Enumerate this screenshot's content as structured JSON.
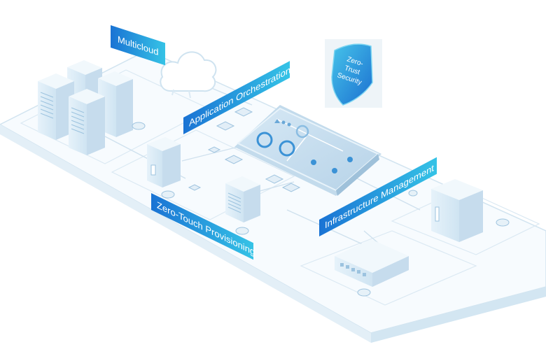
{
  "labels": {
    "multicloud": "Multicloud",
    "application_orchestration": "Application Orchestration",
    "zero_touch_provisioning": "Zero-Touch Provisioning",
    "infrastructure_management": "Infrastructure Management"
  },
  "shield": {
    "line1": "Zero-",
    "line2": "Trust",
    "line3": "Security"
  },
  "colors": {
    "label_gradient_start": "#1a73d4",
    "label_gradient_end": "#35c3e6",
    "platform_edge": "#c9e0ef",
    "device_face": "#eef6fb",
    "device_side": "#c7dff0",
    "accent": "#2a8fd8"
  }
}
